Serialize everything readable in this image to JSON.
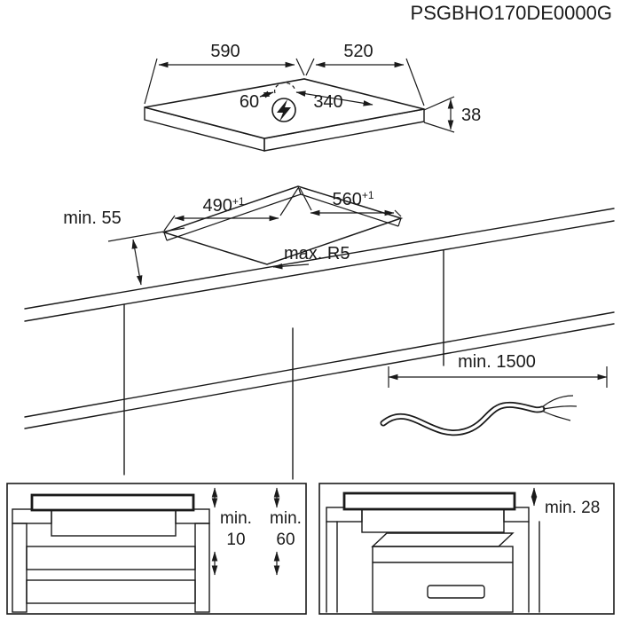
{
  "product_code": "PSGBHO170DE0000G",
  "hob": {
    "width": "590",
    "depth": "520",
    "thickness": "38",
    "cable_offset_left": "60",
    "cable_offset_right": "340"
  },
  "cutout": {
    "width": "490",
    "width_tol": "+1",
    "depth": "560",
    "depth_tol": "+1",
    "edge_clearance": "min. 55",
    "corner_radius": "max. R5"
  },
  "cable": {
    "length": "min. 1500"
  },
  "base_clearance": {
    "min_label_left": "min.",
    "value_left": "10",
    "min_label_right": "min.",
    "value_right": "60"
  },
  "oven_clearance": {
    "label": "min. 28"
  }
}
